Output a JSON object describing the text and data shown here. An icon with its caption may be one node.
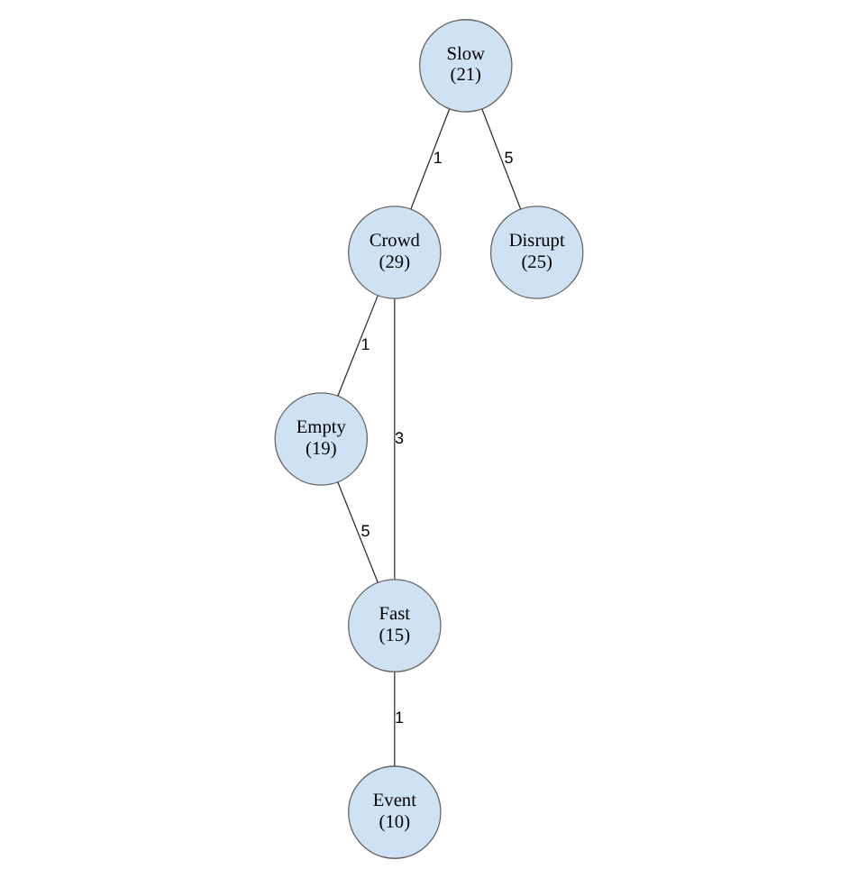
{
  "diagram": {
    "nodes": [
      {
        "text": [
          "Slow",
          "(21)"
        ]
      },
      {
        "text": [
          "Crowd",
          "(29)"
        ]
      },
      {
        "text": [
          "Disrupt",
          "(25)"
        ]
      },
      {
        "text": [
          "Empty",
          "(19)"
        ]
      },
      {
        "text": [
          "Fast",
          "(15)"
        ]
      },
      {
        "text": [
          "Event",
          "(10)"
        ]
      }
    ],
    "edges": [
      {
        "from": 0,
        "to": 1,
        "arrow": "none",
        "label": "1"
      },
      {
        "from": 0,
        "to": 2,
        "arrow": "none",
        "label": "5"
      },
      {
        "from": 1,
        "to": 3,
        "arrow": "none",
        "label": "1"
      },
      {
        "from": 1,
        "to": 4,
        "arrow": "none",
        "label": "3"
      },
      {
        "from": 3,
        "to": 4,
        "arrow": "none",
        "label": "5"
      },
      {
        "from": 4,
        "to": 5,
        "arrow": "none",
        "label": "1"
      }
    ]
  }
}
